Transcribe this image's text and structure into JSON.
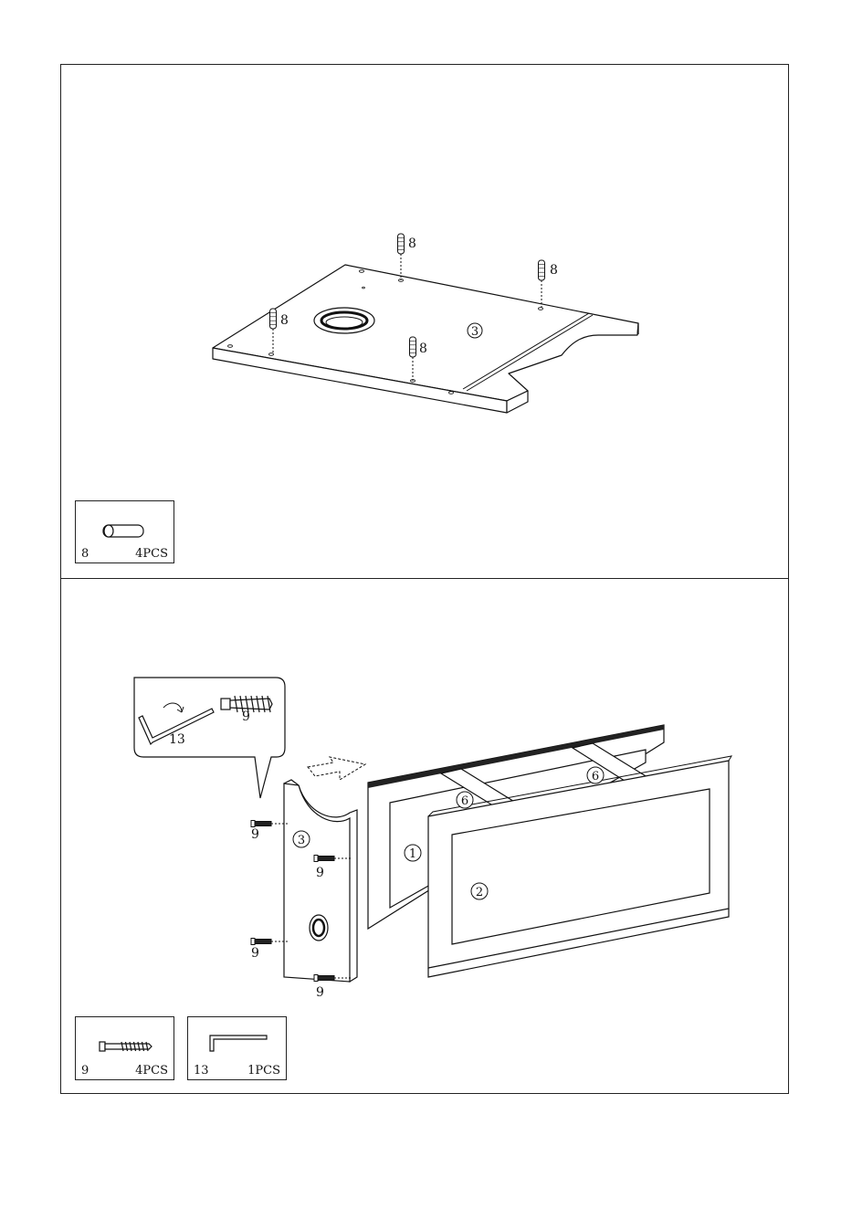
{
  "step1": {
    "board_label": "3",
    "dowel_labels": [
      "8",
      "8",
      "8",
      "8"
    ],
    "parts": [
      {
        "part": "8",
        "qty": "4PCS",
        "icon": "dowel-icon"
      }
    ]
  },
  "step2": {
    "callout": {
      "wrench_label": "13",
      "screw_label": "9"
    },
    "side_label": "3",
    "panel_front_label": "2",
    "panel_back_label": "1",
    "rail_labels": [
      "6",
      "6"
    ],
    "screw_labels": [
      "9",
      "9",
      "9",
      "9"
    ],
    "parts": [
      {
        "part": "9",
        "qty": "4PCS",
        "icon": "screw-icon"
      },
      {
        "part": "13",
        "qty": "1PCS",
        "icon": "allen-key-icon"
      }
    ]
  }
}
